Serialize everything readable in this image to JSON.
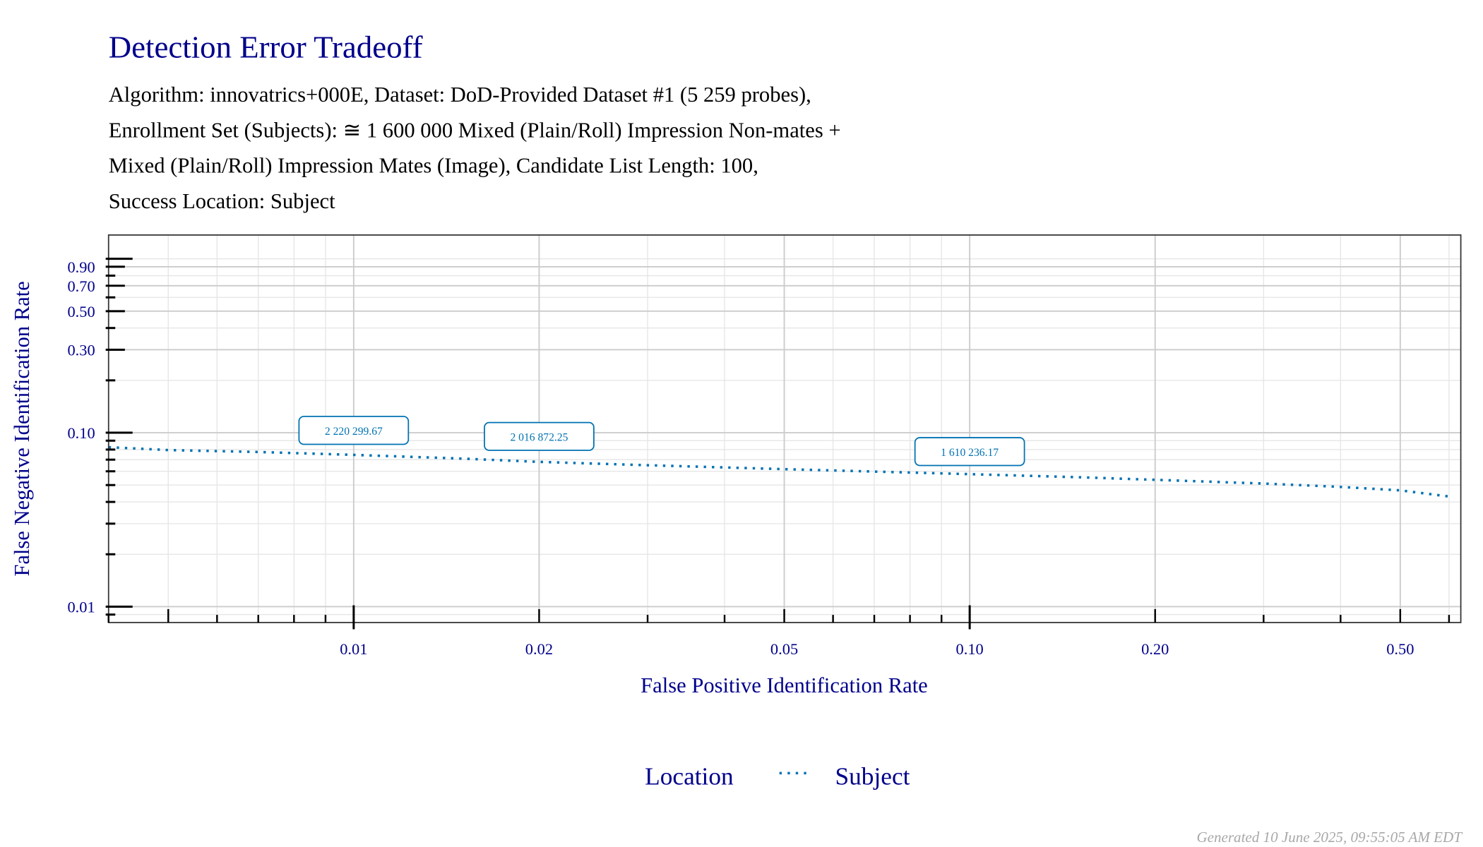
{
  "chart_data": {
    "type": "line",
    "title": "Detection Error Tradeoff",
    "subtitle_lines": [
      "Algorithm: innovatrics+000E, Dataset: DoD-Provided Dataset #1 (5 259 probes),",
      "Enrollment Set (Subjects): ≅ 1 600 000 Mixed (Plain/Roll) Impression Non-mates +",
      "Mixed (Plain/Roll) Impression Mates (Image), Candidate List Length: 100,",
      "Success Location: Subject"
    ],
    "xlabel": "False Positive Identification Rate",
    "ylabel": "False Negative Identification Rate",
    "xscale": "log",
    "yscale": "log",
    "xlim": [
      0.004,
      0.627
    ],
    "ylim": [
      0.0081,
      1.37
    ],
    "grid": true,
    "x_ticks": [
      {
        "value": 0.01,
        "label": "0.01"
      },
      {
        "value": 0.02,
        "label": "0.02"
      },
      {
        "value": 0.05,
        "label": "0.05"
      },
      {
        "value": 0.1,
        "label": "0.10"
      },
      {
        "value": 0.2,
        "label": "0.20"
      },
      {
        "value": 0.5,
        "label": "0.50"
      }
    ],
    "y_ticks": [
      {
        "value": 0.01,
        "label": "0.01"
      },
      {
        "value": 0.1,
        "label": "0.10"
      },
      {
        "value": 0.3,
        "label": "0.30"
      },
      {
        "value": 0.5,
        "label": "0.50"
      },
      {
        "value": 0.7,
        "label": "0.70"
      },
      {
        "value": 0.9,
        "label": "0.90"
      }
    ],
    "series": [
      {
        "name": "Subject",
        "color": "#0072B2",
        "style": "dotted",
        "x": [
          0.004,
          0.005,
          0.007,
          0.01,
          0.015,
          0.02,
          0.03,
          0.05,
          0.07,
          0.1,
          0.15,
          0.2,
          0.3,
          0.4,
          0.5,
          0.6
        ],
        "y": [
          0.0826,
          0.0795,
          0.0775,
          0.0746,
          0.071,
          0.068,
          0.065,
          0.0617,
          0.0598,
          0.0578,
          0.0555,
          0.0536,
          0.051,
          0.0488,
          0.0466,
          0.043
        ]
      }
    ],
    "annotations": [
      {
        "x": 0.01,
        "y": 0.0746,
        "label": "2 220 299.67"
      },
      {
        "x": 0.02,
        "y": 0.068,
        "label": "2 016 872.25"
      },
      {
        "x": 0.1,
        "y": 0.0578,
        "label": "1 610 236.17"
      }
    ],
    "legend": {
      "title": "Location",
      "placement": "bottom",
      "entries": [
        "Subject"
      ]
    }
  },
  "footer": "Generated 10 June 2025, 09:55:05 AM EDT"
}
